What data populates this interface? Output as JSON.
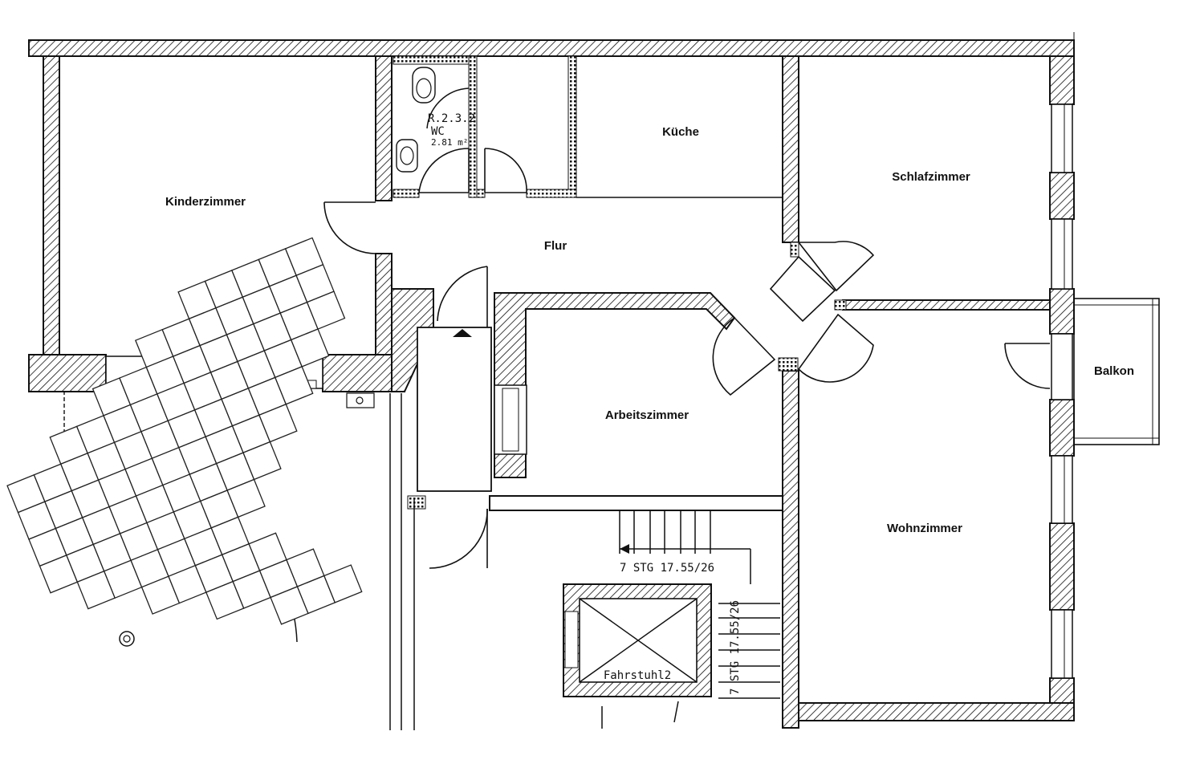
{
  "rooms": {
    "kinderzimmer": "Kinderzimmer",
    "kueche": "Küche",
    "schlafzimmer": "Schlafzimmer",
    "flur": "Flur",
    "arbeitszimmer": "Arbeitszimmer",
    "balkon": "Balkon",
    "wohnzimmer": "Wohnzimmer"
  },
  "wc": {
    "code": "R.2.3.2",
    "name": "WC",
    "area": "2.81 m²"
  },
  "stairs": {
    "label_horizontal": "7 STG 17.55/26",
    "label_vertical": "7 STG 17.55/26"
  },
  "elevator": {
    "label": "Fahrstuhl2"
  }
}
